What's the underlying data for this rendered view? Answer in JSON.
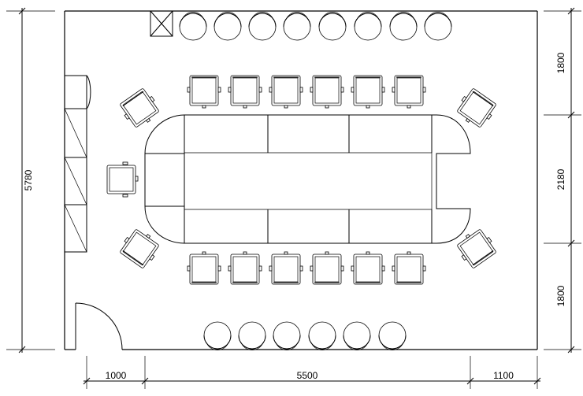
{
  "dimensions": {
    "overall_height": "5780",
    "right_top": "1800",
    "right_middle": "2180",
    "right_bottom": "1800",
    "bottom_left": "1000",
    "bottom_middle": "5500",
    "bottom_right": "1100"
  }
}
